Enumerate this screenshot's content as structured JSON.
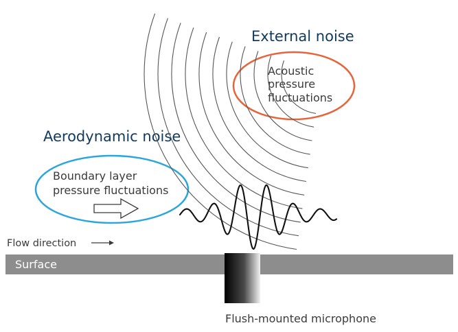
{
  "external": {
    "title": "External noise",
    "ellipse_label_lines": [
      "Acoustic",
      "pressure",
      "fluctuations"
    ]
  },
  "aerodynamic": {
    "title": "Aerodynamic noise",
    "ellipse_label_lines": [
      "Boundary layer",
      "pressure fluctuations"
    ]
  },
  "flow": {
    "label": "Flow direction"
  },
  "surface": {
    "label": "Surface"
  },
  "microphone": {
    "label": "Flush-mounted microphone"
  },
  "colors": {
    "title_blue": "#0f3a5f",
    "external_ellipse": "#e8633a",
    "aerodynamic_ellipse": "#2aa6dc",
    "surface_gray": "#8d8d8d",
    "text_dark": "#3a3a3a",
    "wave_lines": "#555555",
    "signal": "#111111"
  },
  "icons": [
    "right-arrow-icon",
    "flow-arrow-icon"
  ]
}
